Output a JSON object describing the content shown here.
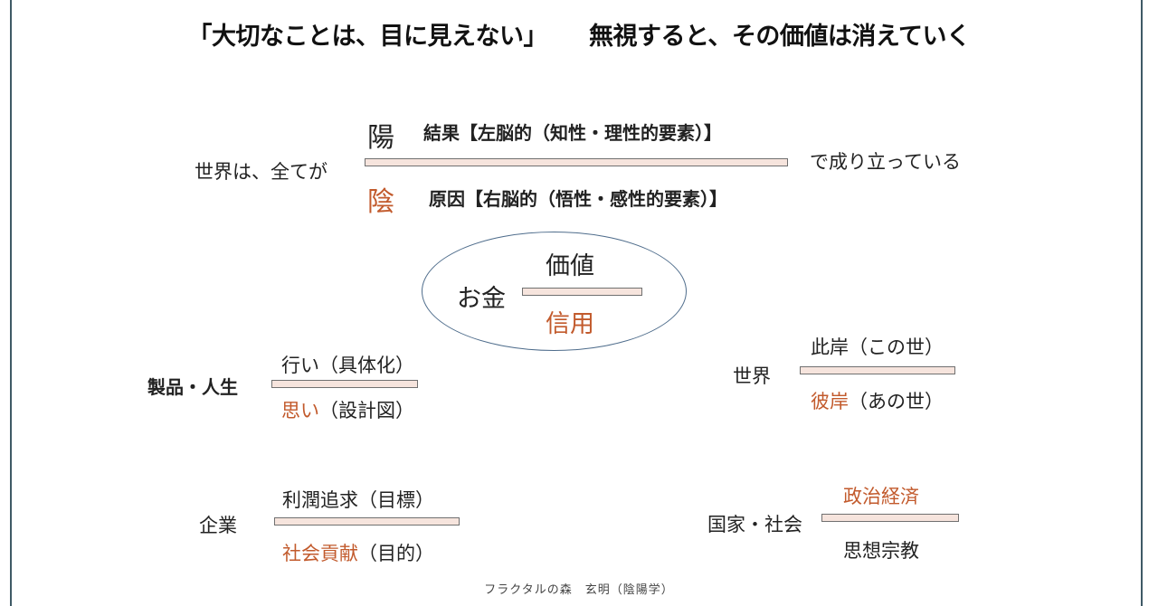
{
  "title": {
    "part1": "「大切なことは、目に見えない」",
    "part2": "無視すると、その価値は消えていく"
  },
  "colors": {
    "accent_orange": "#c25a2c",
    "bar_fill": "#f6e4dd",
    "bar_border": "#707070",
    "ellipse_border": "#4f6d8c",
    "frame_line": "#3f5a66"
  },
  "main_relation": {
    "left_label": "世界は、全てが",
    "top_char": "陽",
    "top_text": "結果【左脳的（知性・理性的要素）】",
    "bottom_char": "陰",
    "bottom_text": "原因【右脳的（悟性・感性的要素）】",
    "right_label": "で成り立っている"
  },
  "money": {
    "label": "お金",
    "numerator": "価値",
    "denominator": "信用"
  },
  "products_life": {
    "label": "製品・人生",
    "numerator": "行い（具体化）",
    "denominator_accent": "思い",
    "denominator_rest": "（設計図）"
  },
  "world": {
    "label": "世界",
    "numerator": "此岸（この世）",
    "denominator_accent": "彼岸",
    "denominator_rest": "（あの世）"
  },
  "company": {
    "label": "企業",
    "numerator": "利潤追求（目標）",
    "denominator_accent": "社会貢献",
    "denominator_rest": "（目的）"
  },
  "nation_society": {
    "label": "国家・社会",
    "numerator": "政治経済",
    "denominator": "思想宗教"
  },
  "footer": {
    "credit": "フラクタルの森　玄明（陰陽学）"
  }
}
